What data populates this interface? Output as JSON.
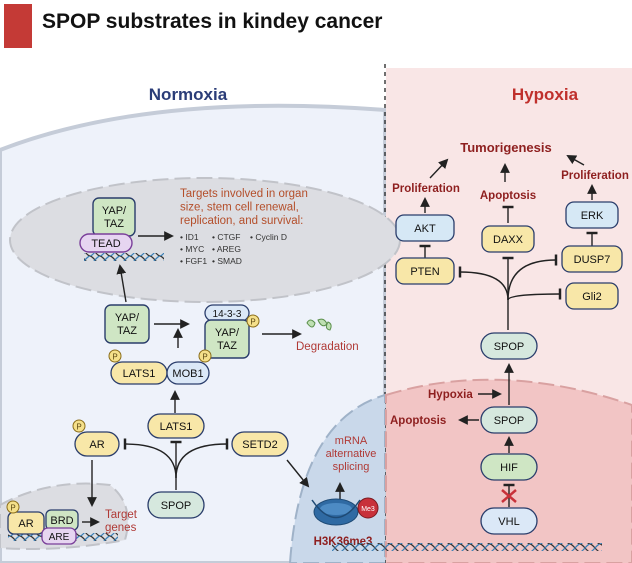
{
  "header": {
    "title": "SPOP substrates in kindey cancer",
    "accent_color": "#c43a36"
  },
  "panels": {
    "normoxia": {
      "title": "Normoxia",
      "title_color": "#2b3d78",
      "bg_color": "#eef2fa"
    },
    "hypoxia": {
      "title": "Hypoxia",
      "title_color": "#c0302c",
      "bg_color": "#f9e6e6"
    }
  },
  "normoxia_nodes": {
    "yap_taz_nucleus": "YAP/\nTAZ",
    "tead": "TEAD",
    "targets_text": "Targets involved in organ\nsize, stem cell renewal,\nreplication, and survival:",
    "targets_list": [
      "• ID1",
      "• CTGF",
      "• Cyclin D",
      "• MYC",
      "• AREG",
      "• FGF1",
      "• SMAD"
    ],
    "yap_taz_cyto": "YAP/\nTAZ",
    "complex_14_3_3": "14-3-3",
    "yap_taz_bound": "YAP/\nTAZ",
    "phospho": "P",
    "degradation": "Degradation",
    "lats1_top": "LATS1",
    "mob1": "MOB1",
    "lats1_mid": "LATS1",
    "ar_cyto": "AR",
    "setd2": "SETD2",
    "spop": "SPOP",
    "ar_nuc": "AR",
    "brd": "BRD",
    "are": "ARE",
    "target_genes": "Target\ngenes",
    "mrna_splicing": "mRNA\nalternative\nsplicing",
    "me3": "Me3",
    "h3k36me3": "H3K36me3"
  },
  "hypoxia_nodes": {
    "tumorigenesis": "Tumorigenesis",
    "proliferation_left": "Proliferation",
    "apoptosis_top": "Apoptosis",
    "proliferation_right": "Proliferation",
    "akt": "AKT",
    "daxx": "DAXX",
    "erk": "ERK",
    "pten": "PTEN",
    "dusp7": "DUSP7",
    "gli2": "Gli2",
    "spop_cyto": "SPOP",
    "hypoxia_label": "Hypoxia",
    "apoptosis_nuc": "Apoptosis",
    "spop_nuc": "SPOP",
    "hif": "HIF",
    "vhl": "VHL"
  }
}
